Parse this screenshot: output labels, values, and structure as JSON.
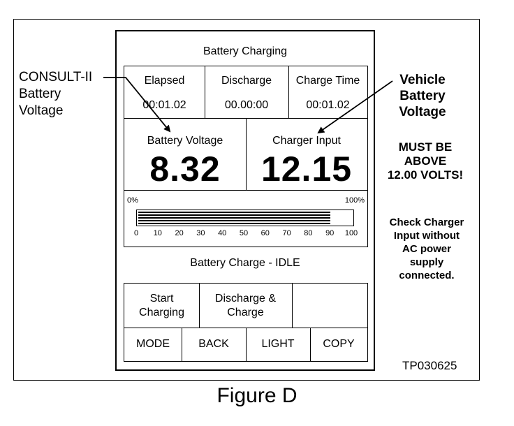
{
  "screen": {
    "title": "Battery Charging",
    "timers": [
      {
        "label": "Elapsed",
        "value": "00:01.02"
      },
      {
        "label": "Discharge",
        "value": "00.00:00"
      },
      {
        "label": "Charge Time",
        "value": "00:01.02"
      }
    ],
    "battery_voltage": {
      "label": "Battery Voltage",
      "value": "8.32"
    },
    "charger_input": {
      "label": "Charger Input",
      "value": "12.15"
    },
    "progress": {
      "min_label": "0%",
      "max_label": "100%",
      "ticks": [
        "0",
        "10",
        "20",
        "30",
        "40",
        "50",
        "60",
        "70",
        "80",
        "90",
        "100"
      ],
      "value_percent": 90
    },
    "status": "Battery Charge - IDLE",
    "buttons_row1": [
      {
        "label": "Start\nCharging"
      },
      {
        "label": "Discharge &\nCharge"
      },
      {
        "label": ""
      }
    ],
    "buttons_row2": [
      {
        "label": "MODE"
      },
      {
        "label": "BACK"
      },
      {
        "label": "LIGHT"
      },
      {
        "label": "COPY"
      }
    ]
  },
  "annotations": {
    "left_callout": [
      "CONSULT-II",
      "Battery",
      "Voltage"
    ],
    "right_callout": [
      "Vehicle",
      "Battery",
      "Voltage"
    ],
    "warning": [
      "MUST BE",
      "ABOVE",
      "12.00 VOLTS!"
    ],
    "note": [
      "Check Charger",
      "Input without",
      "AC power",
      "supply",
      "connected."
    ],
    "part_number": "TP030625"
  },
  "caption": "Figure D"
}
